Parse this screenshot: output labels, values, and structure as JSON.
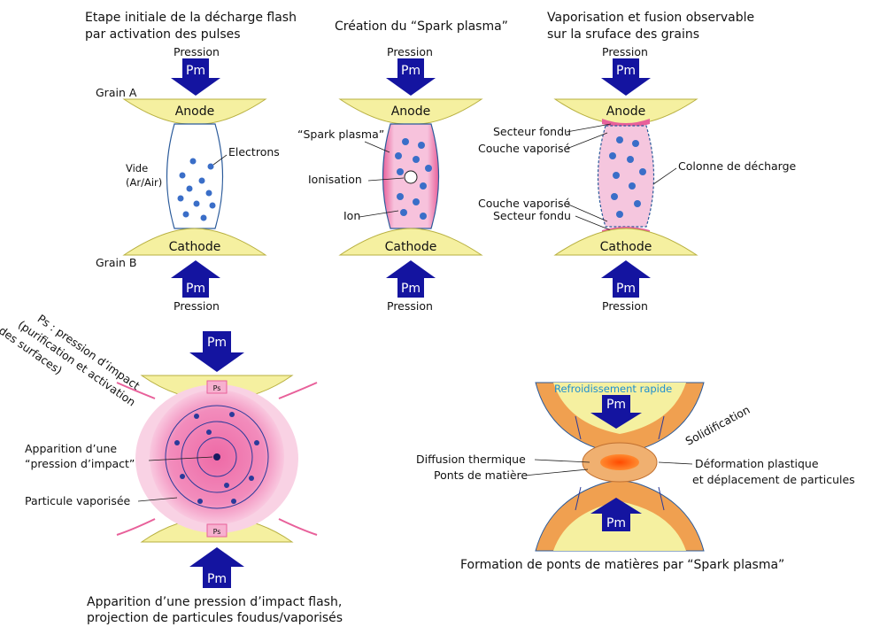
{
  "colors": {
    "electrode": "#f5f0a0",
    "electrode_edge": "#b8b040",
    "arrow": "#1414a0",
    "plasma_pink": "#f6b6d6",
    "plasma_dark": "#e8609a",
    "orange": "#f0a050",
    "ion_blue": "#3a6ec8",
    "cyan_label": "#1f8fd0"
  },
  "panel1": {
    "caption_line1": "Etape initiale de la décharge flash",
    "caption_line2": "par activation des pulses",
    "pressure_top": "Pression",
    "pressure_bottom": "Pression",
    "pm_top": "Pm",
    "pm_bottom": "Pm",
    "grain_a": "Grain A",
    "grain_b": "Grain B",
    "anode": "Anode",
    "cathode": "Cathode",
    "vide_line1": "Vide",
    "vide_line2": "(Ar/Air)",
    "electrons": "Electrons"
  },
  "panel2": {
    "caption": "Création du “Spark plasma”",
    "pressure_top": "Pression",
    "pressure_bottom": "Pression",
    "pm_top": "Pm",
    "pm_bottom": "Pm",
    "anode": "Anode",
    "cathode": "Cathode",
    "spark_plasma": "“Spark plasma”",
    "ionisation": "Ionisation",
    "ion": "Ion"
  },
  "panel3": {
    "caption_line1": "Vaporisation et fusion observable",
    "caption_line2": "sur la sruface des grains",
    "pressure_top": "Pression",
    "pressure_bottom": "Pression",
    "pm_top": "Pm",
    "pm_bottom": "Pm",
    "anode": "Anode",
    "cathode": "Cathode",
    "secteur_fondu_top": "Secteur fondu",
    "couche_vaporise_top": "Couche vaporisé",
    "colonne": "Colonne de décharge",
    "couche_vaporise_bottom": "Couche vaporisé",
    "secteur_fondu_bottom": "Secteur fondu"
  },
  "panel4": {
    "ps_line1": "Ps : pression d’impact",
    "ps_line2": "(purification et activation",
    "ps_line3": "des surfaces)",
    "pm_top": "Pm",
    "pm_bottom": "Pm",
    "ps_small_top": "Ps",
    "ps_small_bottom": "Ps",
    "apparition_line1": "Apparition d’une",
    "apparition_line2": "“pression d’impact”",
    "particule": "Particule vaporisée",
    "caption_line1": "Apparition d’une pression d’impact flash,",
    "caption_line2": "projection de particules foudus/vaporisés"
  },
  "panel5": {
    "refroidissement": "Refroidissement rapide",
    "solidification": "Solidification",
    "diffusion": "Diffusion thermique",
    "ponts": "Ponts de matière",
    "deformation_line1": "Déformation plastique",
    "deformation_line2": "et déplacement de particules",
    "pm_top": "Pm",
    "pm_bottom": "Pm",
    "caption": "Formation de ponts de matières par “Spark plasma”"
  }
}
